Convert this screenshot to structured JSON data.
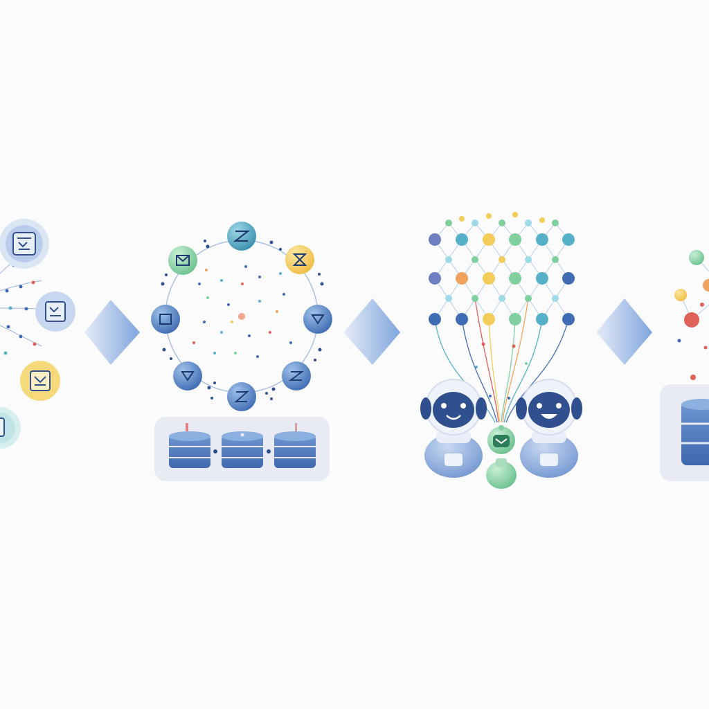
{
  "diagram": {
    "stages": [
      {
        "id": "sources",
        "icon": "document-source-icon"
      },
      {
        "id": "distributed-cluster",
        "icon": "node-ring-icon"
      },
      {
        "id": "model-training",
        "icon": "neural-network-icon"
      },
      {
        "id": "output-storage",
        "icon": "database-icon"
      }
    ],
    "arrows": 3
  },
  "colors": {
    "background": "#fbfbfc",
    "primary_blue": "#5b86c6",
    "dark_blue": "#2f4f8f",
    "teal": "#56b0c8",
    "green": "#7fcf9f",
    "yellow": "#f3cc5a",
    "orange": "#f0a35e",
    "red": "#e0605a",
    "panel": "#e8ebf3",
    "arrow": "#8fb0e0"
  }
}
